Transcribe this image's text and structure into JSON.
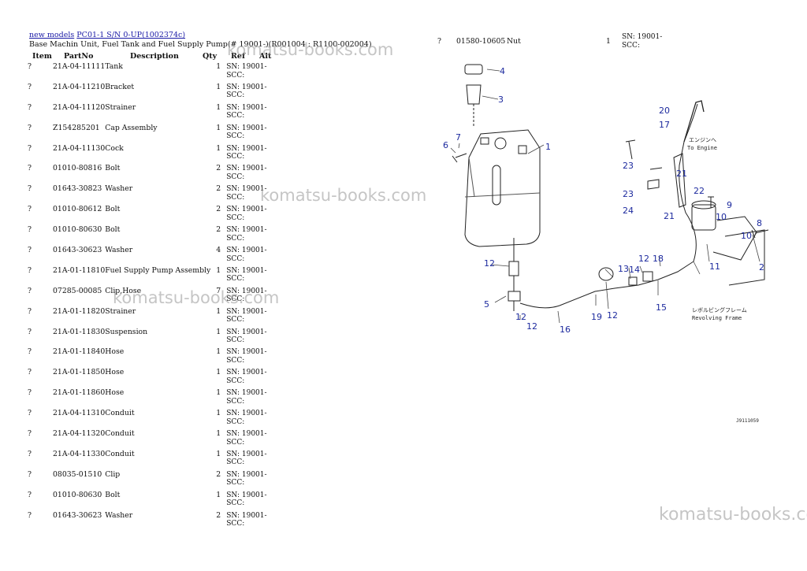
{
  "breadcrumb": {
    "link1": "new models",
    "link2": "PC01-1 S/N 0-UP(1002374c)"
  },
  "subtitle": "Base Machin Unit, Fuel Tank and Fuel Supply Pump(# 19001-)(R001004 : R1100-002004)",
  "headers": {
    "item": "Item",
    "partno": "PartNo",
    "description": "Description",
    "qty": "Qty",
    "ref": "Ref",
    "alt": "Alt"
  },
  "rows": [
    {
      "item": "?",
      "partno": "21A-04-11111",
      "desc": "Tank",
      "qty": "1",
      "sn1": "SN: 19001-",
      "sn2": "SCC:"
    },
    {
      "item": "?",
      "partno": "21A-04-11210",
      "desc": "Bracket",
      "qty": "1",
      "sn1": "SN: 19001-",
      "sn2": "SCC:"
    },
    {
      "item": "?",
      "partno": "21A-04-11120",
      "desc": "Strainer",
      "qty": "1",
      "sn1": "SN: 19001-",
      "sn2": "SCC:"
    },
    {
      "item": "?",
      "partno": "Z154285201",
      "desc": "Cap Assembly",
      "qty": "1",
      "sn1": "SN: 19001-",
      "sn2": "SCC:"
    },
    {
      "item": "?",
      "partno": "21A-04-11130",
      "desc": "Cock",
      "qty": "1",
      "sn1": "SN: 19001-",
      "sn2": "SCC:"
    },
    {
      "item": "?",
      "partno": "01010-80816",
      "desc": "Bolt",
      "qty": "2",
      "sn1": "SN: 19001-",
      "sn2": "SCC:"
    },
    {
      "item": "?",
      "partno": "01643-30823",
      "desc": "Washer",
      "qty": "2",
      "sn1": "SN: 19001-",
      "sn2": "SCC:"
    },
    {
      "item": "?",
      "partno": "01010-80612",
      "desc": "Bolt",
      "qty": "2",
      "sn1": "SN: 19001-",
      "sn2": "SCC:"
    },
    {
      "item": "?",
      "partno": "01010-80630",
      "desc": "Bolt",
      "qty": "2",
      "sn1": "SN: 19001-",
      "sn2": "SCC:"
    },
    {
      "item": "?",
      "partno": "01643-30623",
      "desc": "Washer",
      "qty": "4",
      "sn1": "SN: 19001-",
      "sn2": "SCC:"
    },
    {
      "item": "?",
      "partno": "21A-01-11810",
      "desc": "Fuel Supply Pump Assembly",
      "qty": "1",
      "sn1": "SN: 19001-",
      "sn2": "SCC:"
    },
    {
      "item": "?",
      "partno": "07285-00085",
      "desc": "Clip,Hose",
      "qty": "7",
      "sn1": "SN: 19001-",
      "sn2": "SCC:"
    },
    {
      "item": "?",
      "partno": "21A-01-11820",
      "desc": "Strainer",
      "qty": "1",
      "sn1": "SN: 19001-",
      "sn2": "SCC:"
    },
    {
      "item": "?",
      "partno": "21A-01-11830",
      "desc": "Suspension",
      "qty": "1",
      "sn1": "SN: 19001-",
      "sn2": "SCC:"
    },
    {
      "item": "?",
      "partno": "21A-01-11840",
      "desc": "Hose",
      "qty": "1",
      "sn1": "SN: 19001-",
      "sn2": "SCC:"
    },
    {
      "item": "?",
      "partno": "21A-01-11850",
      "desc": "Hose",
      "qty": "1",
      "sn1": "SN: 19001-",
      "sn2": "SCC:"
    },
    {
      "item": "?",
      "partno": "21A-01-11860",
      "desc": "Hose",
      "qty": "1",
      "sn1": "SN: 19001-",
      "sn2": "SCC:"
    },
    {
      "item": "?",
      "partno": "21A-04-11310",
      "desc": "Conduit",
      "qty": "1",
      "sn1": "SN: 19001-",
      "sn2": "SCC:"
    },
    {
      "item": "?",
      "partno": "21A-04-11320",
      "desc": "Conduit",
      "qty": "1",
      "sn1": "SN: 19001-",
      "sn2": "SCC:"
    },
    {
      "item": "?",
      "partno": "21A-04-11330",
      "desc": "Conduit",
      "qty": "1",
      "sn1": "SN: 19001-",
      "sn2": "SCC:"
    },
    {
      "item": "?",
      "partno": "08035-01510",
      "desc": "Clip",
      "qty": "2",
      "sn1": "SN: 19001-",
      "sn2": "SCC:"
    },
    {
      "item": "?",
      "partno": "01010-80630",
      "desc": "Bolt",
      "qty": "1",
      "sn1": "SN: 19001-",
      "sn2": "SCC:"
    },
    {
      "item": "?",
      "partno": "01643-30623",
      "desc": "Washer",
      "qty": "2",
      "sn1": "SN: 19001-",
      "sn2": "SCC:"
    }
  ],
  "right_row": {
    "item": "?",
    "partno": "01580-10605",
    "desc": "Nut",
    "qty": "1",
    "sn1": "SN: 19001-",
    "sn2": "SCC:"
  },
  "watermark": "komatsu-books.com",
  "diagram": {
    "callouts": [
      "1",
      "2",
      "3",
      "4",
      "5",
      "6",
      "7",
      "8",
      "9",
      "10",
      "10",
      "11",
      "12",
      "12",
      "12",
      "12",
      "12",
      "13",
      "14",
      "15",
      "16",
      "17",
      "18",
      "19",
      "20",
      "21",
      "21",
      "22",
      "23",
      "23",
      "24"
    ],
    "jp_engine": "エンジンへ",
    "to_engine": "To Engine",
    "jp_frame": "レボルビングフレーム",
    "revolving_frame": "Revolving Frame",
    "drawing_no": "J9111059"
  }
}
